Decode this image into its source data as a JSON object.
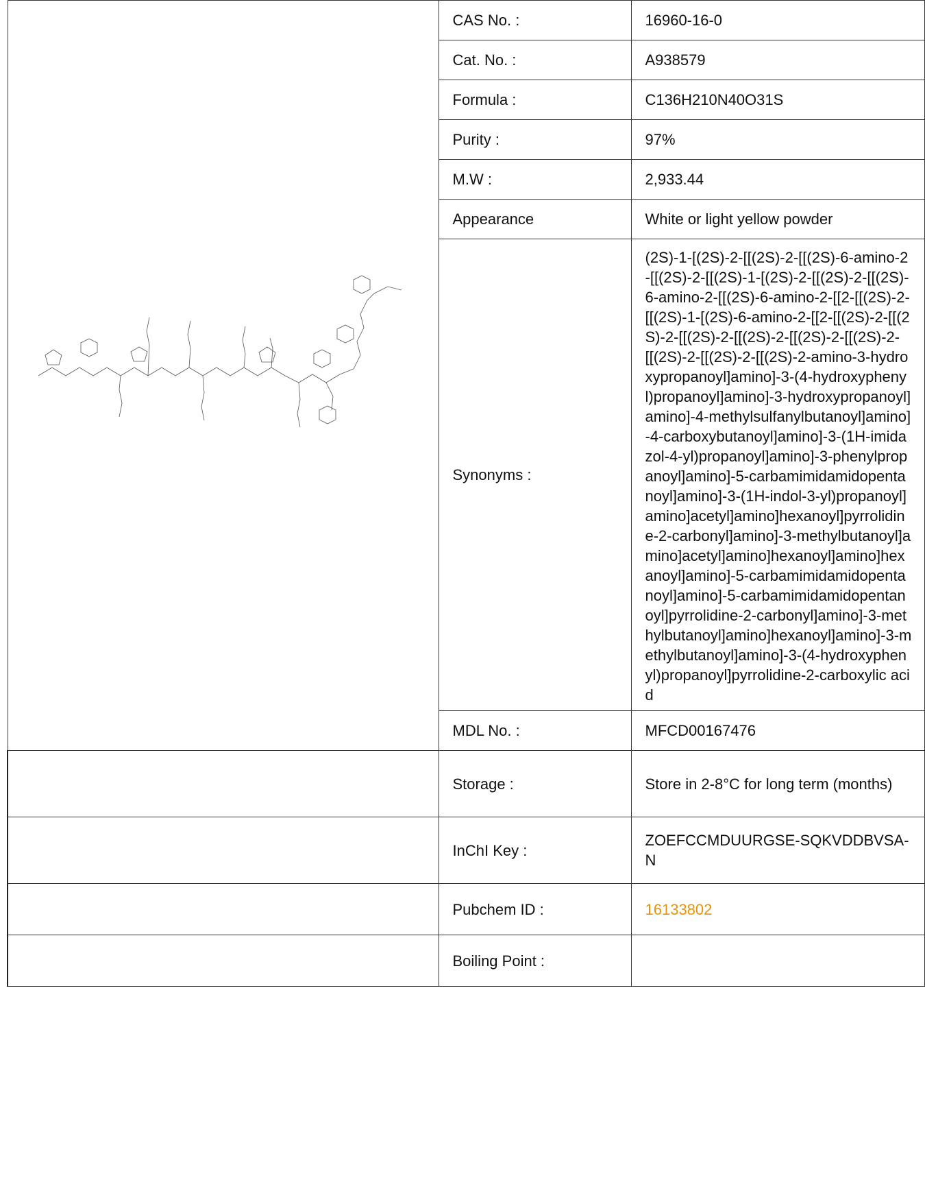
{
  "rows": {
    "cas": {
      "label": "CAS No. :",
      "value": "16960-16-0"
    },
    "cat": {
      "label": "Cat. No. :",
      "value": "A938579"
    },
    "formula": {
      "label": "Formula :",
      "value": "C136H210N40O31S"
    },
    "purity": {
      "label": "Purity :",
      "value": "97%"
    },
    "mw": {
      "label": "M.W :",
      "value": "2,933.44"
    },
    "appearance": {
      "label": "Appearance",
      "value": "White or light yellow powder"
    },
    "synonyms": {
      "label": "Synonyms :",
      "value": "(2S)-1-[(2S)-2-[[(2S)-2-[[(2S)-6-amino-2-[[(2S)-2-[[(2S)-1-[(2S)-2-[[(2S)-2-[[(2S)-6-amino-2-[[(2S)-6-amino-2-[[2-[[(2S)-2-[[(2S)-1-[(2S)-6-amino-2-[[2-[[(2S)-2-[[(2S)-2-[[(2S)-2-[[(2S)-2-[[(2S)-2-[[(2S)-2-[[(2S)-2-[[(2S)-2-[[(2S)-2-amino-3-hydroxypropanoyl]amino]-3-(4-hydroxyphenyl)propanoyl]amino]-3-hydroxypropanoyl]amino]-4-methylsulfanylbutanoyl]amino]-4-carboxybutanoyl]amino]-3-(1H-imidazol-4-yl)propanoyl]amino]-3-phenylpropanoyl]amino]-5-carbamimidamidopentanoyl]amino]-3-(1H-indol-3-yl)propanoyl]amino]acetyl]amino]hexanoyl]pyrrolidine-2-carbonyl]amino]-3-methylbutanoyl]amino]acetyl]amino]hexanoyl]amino]hexanoyl]amino]-5-carbamimidamidopentanoyl]amino]-5-carbamimidamidopentanoyl]pyrrolidine-2-carbonyl]amino]-3-methylbutanoyl]amino]hexanoyl]amino]-3-methylbutanoyl]amino]-3-(4-hydroxyphenyl)propanoyl]pyrrolidine-2-carboxylic acid"
    },
    "mdl": {
      "label": "MDL No. :",
      "value": "MFCD00167476"
    },
    "storage": {
      "label": "Storage :",
      "value": "Store in 2-8°C for long term (months)"
    },
    "inchi": {
      "label": "InChI Key :",
      "value": "ZOEFCCMDUURGSE-SQKVDDBVSA-N"
    },
    "pubchem": {
      "label": "Pubchem ID :",
      "value": "16133802"
    },
    "boiling": {
      "label": "Boiling Point :",
      "value": ""
    }
  },
  "colors": {
    "link": "#e8930c",
    "border": "#333333"
  }
}
